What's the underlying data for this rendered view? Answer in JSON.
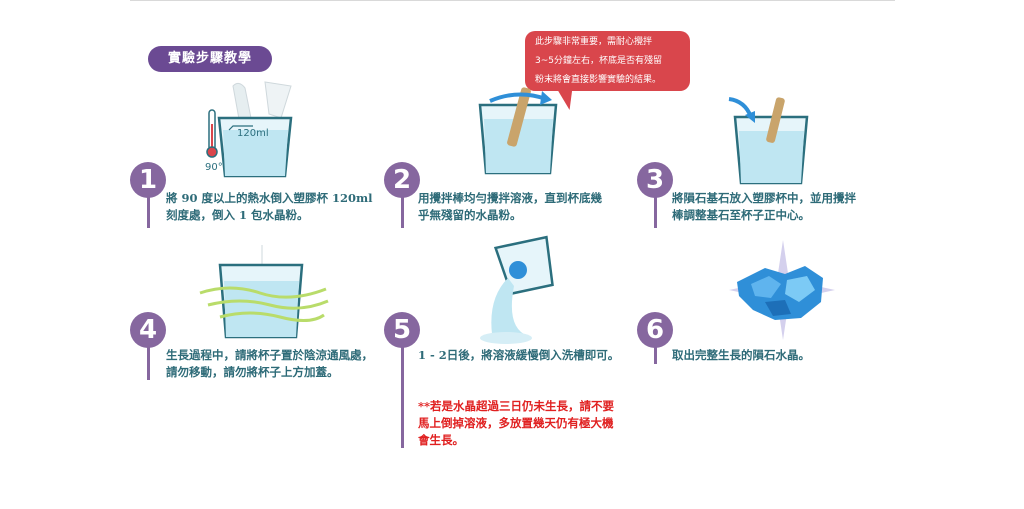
{
  "title": "實驗步驟教學",
  "note": {
    "lines": [
      "此步驟非常重要，需耐心攪拌",
      "3~5分鐘左右，杯底是否有殘留",
      "粉末將會直接影響實驗的結果。"
    ]
  },
  "illustration_labels": {
    "volume": "120ml",
    "temperature": "90°"
  },
  "steps": [
    {
      "number": "1",
      "lines": [
        "將 90 度以上的熱水倒入塑膠杯 120ml",
        "刻度處，倒入 1 包水晶粉。"
      ]
    },
    {
      "number": "2",
      "lines": [
        "用攪拌棒均勻攪拌溶液，直到杯底幾",
        "乎無殘留的水晶粉。"
      ]
    },
    {
      "number": "3",
      "lines": [
        "將隕石基石放入塑膠杯中，並用攪拌",
        "棒調整基石至杯子正中心。"
      ]
    },
    {
      "number": "4",
      "lines": [
        "生長過程中，請將杯子置於陰涼通風處，",
        "請勿移動，請勿將杯子上方加蓋。"
      ]
    },
    {
      "number": "5",
      "lines": [
        "1 - 2日後，將溶液緩慢倒入洗槽即可。"
      ]
    },
    {
      "number": "6",
      "lines": [
        "取出完整生長的隕石水晶。"
      ]
    }
  ],
  "warning": {
    "lines": [
      "**若是水晶超過三日仍未生長，請不要",
      "馬上倒掉溶液，多放置幾天仍有極大機",
      "會生長。"
    ]
  },
  "colors": {
    "accent_purple": "#86679f",
    "title_purple": "#6b4a93",
    "note_red": "#d9464c",
    "text_teal": "#2e6b78",
    "warning_red": "#e02020",
    "water_blue": "#bfe6f2",
    "crystal_blue": "#2f8fd8"
  }
}
